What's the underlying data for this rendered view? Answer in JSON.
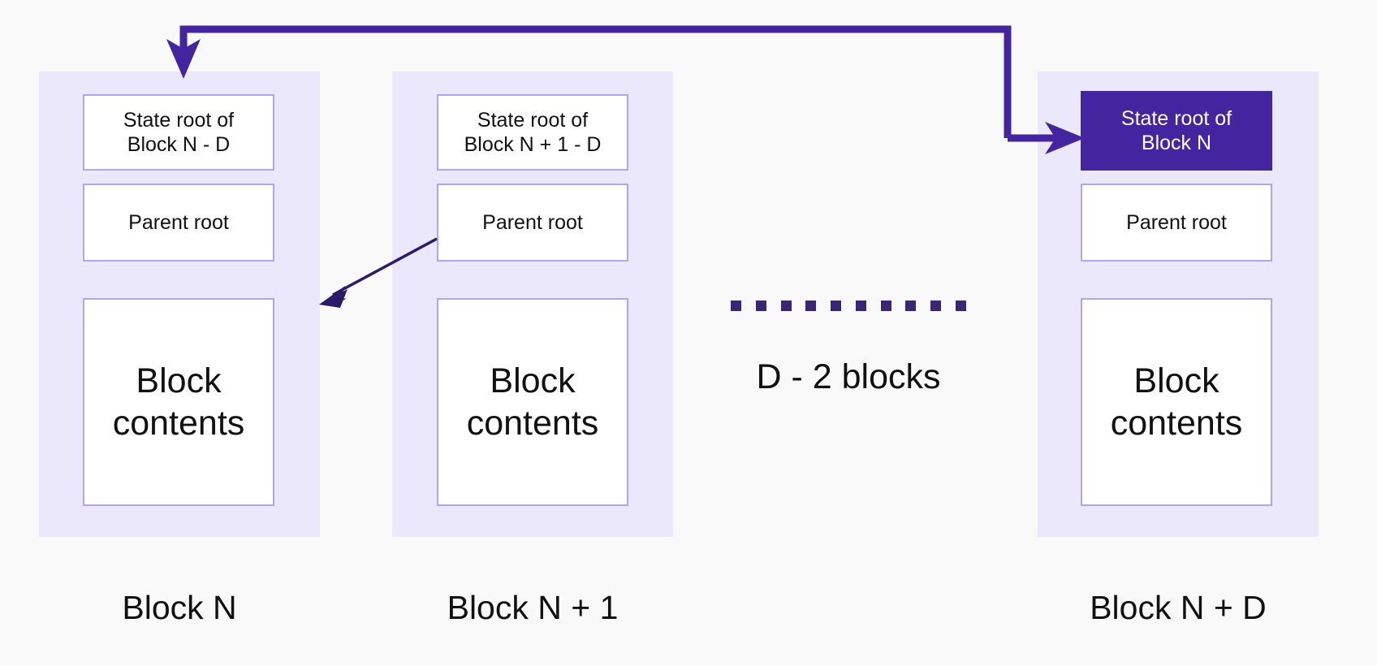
{
  "diagram": {
    "title": "Delayed state root blockchain diagram",
    "background_color": "#f9f9fa",
    "panel_color": "#ebe8fb",
    "box_border_color": "#b2a4f4",
    "accent_color": "#4524a0",
    "thin_arrow_color": "#2d1a6b",
    "dot_color": "#3b2675"
  },
  "blocks": [
    {
      "id": "block-n",
      "caption": "Block N",
      "state_root": "State root of\nBlock N - D",
      "state_root_line1": "State root of",
      "state_root_line2": "Block N - D",
      "parent_root": "Parent root",
      "contents_line1": "Block",
      "contents_line2": "contents",
      "highlighted": false
    },
    {
      "id": "block-n-plus-1",
      "caption": "Block N + 1",
      "state_root": "State root of\nBlock N + 1 - D",
      "state_root_line1": "State root of",
      "state_root_line2": "Block N + 1 - D",
      "parent_root": "Parent root",
      "contents_line1": "Block",
      "contents_line2": "contents",
      "highlighted": false
    },
    {
      "id": "block-n-plus-d",
      "caption": "Block N + D",
      "state_root": "State root of\nBlock N",
      "state_root_line1": "State root of",
      "state_root_line2": "Block N",
      "parent_root": "Parent root",
      "contents_line1": "Block",
      "contents_line2": "contents",
      "highlighted": true
    }
  ],
  "gap": {
    "label": "D - 2 blocks",
    "dot_count": 10
  },
  "connectors": [
    {
      "id": "state-root-feedback-arrow",
      "from": "State root of Block N (in Block N + D)",
      "to": "Block N panel",
      "style": "thick-elbow"
    },
    {
      "id": "parent-root-link-arrow",
      "from": "Parent root of Block N + 1",
      "to": "Block N panel",
      "style": "thin-diagonal"
    }
  ]
}
